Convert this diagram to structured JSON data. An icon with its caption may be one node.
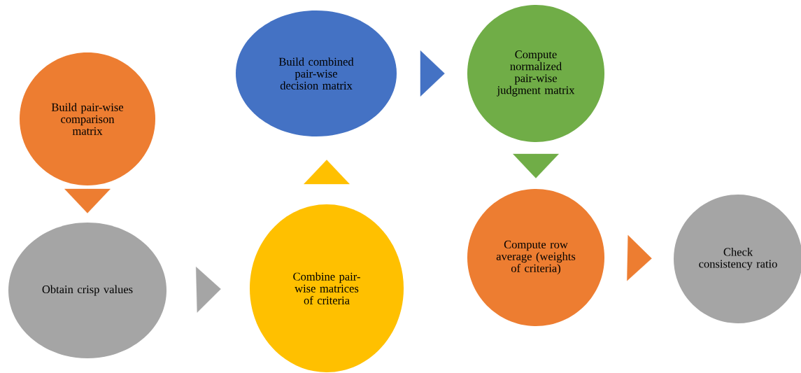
{
  "diagram": {
    "nodes": [
      {
        "text": [
          "Build pair-wise comparison matrix"
        ]
      },
      {
        "text": [
          "Obtain crisp values"
        ]
      },
      {
        "text": [
          "Combine pair-wise matrices of criteria"
        ]
      },
      {
        "text": [
          "Build combined pair-wise decision matrix"
        ]
      },
      {
        "text": [
          "Compute normalized pair-wise judgment matrix"
        ]
      },
      {
        "text": [
          "Compute row average (weights of criteria)"
        ]
      },
      {
        "text": [
          "Check consistency ratio"
        ]
      }
    ],
    "edges": [
      {
        "from": 0,
        "to": 1,
        "arrow": "to",
        "color": "#ed7d31"
      },
      {
        "from": 1,
        "to": 2,
        "arrow": "to",
        "color": "#a5a5a5"
      },
      {
        "from": 2,
        "to": 3,
        "arrow": "to",
        "color": "#ffc000"
      },
      {
        "from": 3,
        "to": 4,
        "arrow": "to",
        "color": "#4472c4"
      },
      {
        "from": 4,
        "to": 5,
        "arrow": "to",
        "color": "#70ad47"
      },
      {
        "from": 5,
        "to": 6,
        "arrow": "to",
        "color": "#ed7d31"
      }
    ]
  }
}
